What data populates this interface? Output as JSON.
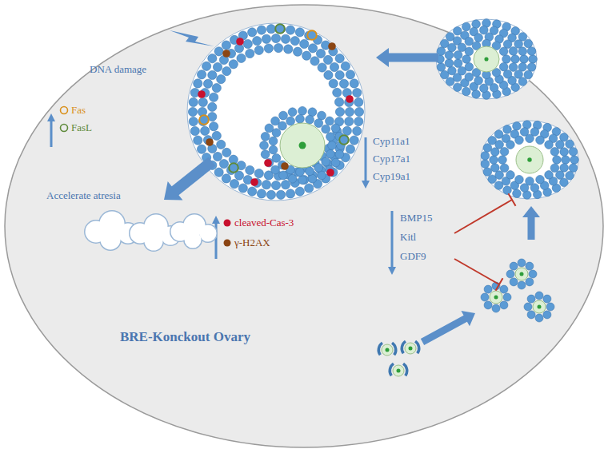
{
  "diagram": {
    "labels": [
      "DNA damage",
      "Accelerate atresia",
      "Cyp11a1",
      "Cyp17a1",
      "Cyp19a1",
      "BMP15",
      "Kitl",
      "GDF9",
      "BRE-Konckout Ovary"
    ],
    "legend": [
      {
        "text": "Fas",
        "color": "#d9901a"
      },
      {
        "text": "FasL",
        "color": "#5e8a3a"
      },
      {
        "text": "cleaved-Cas-3",
        "color": "#c8102e"
      },
      {
        "text": "γ-H2AX",
        "color": "#8b4513"
      }
    ]
  }
}
